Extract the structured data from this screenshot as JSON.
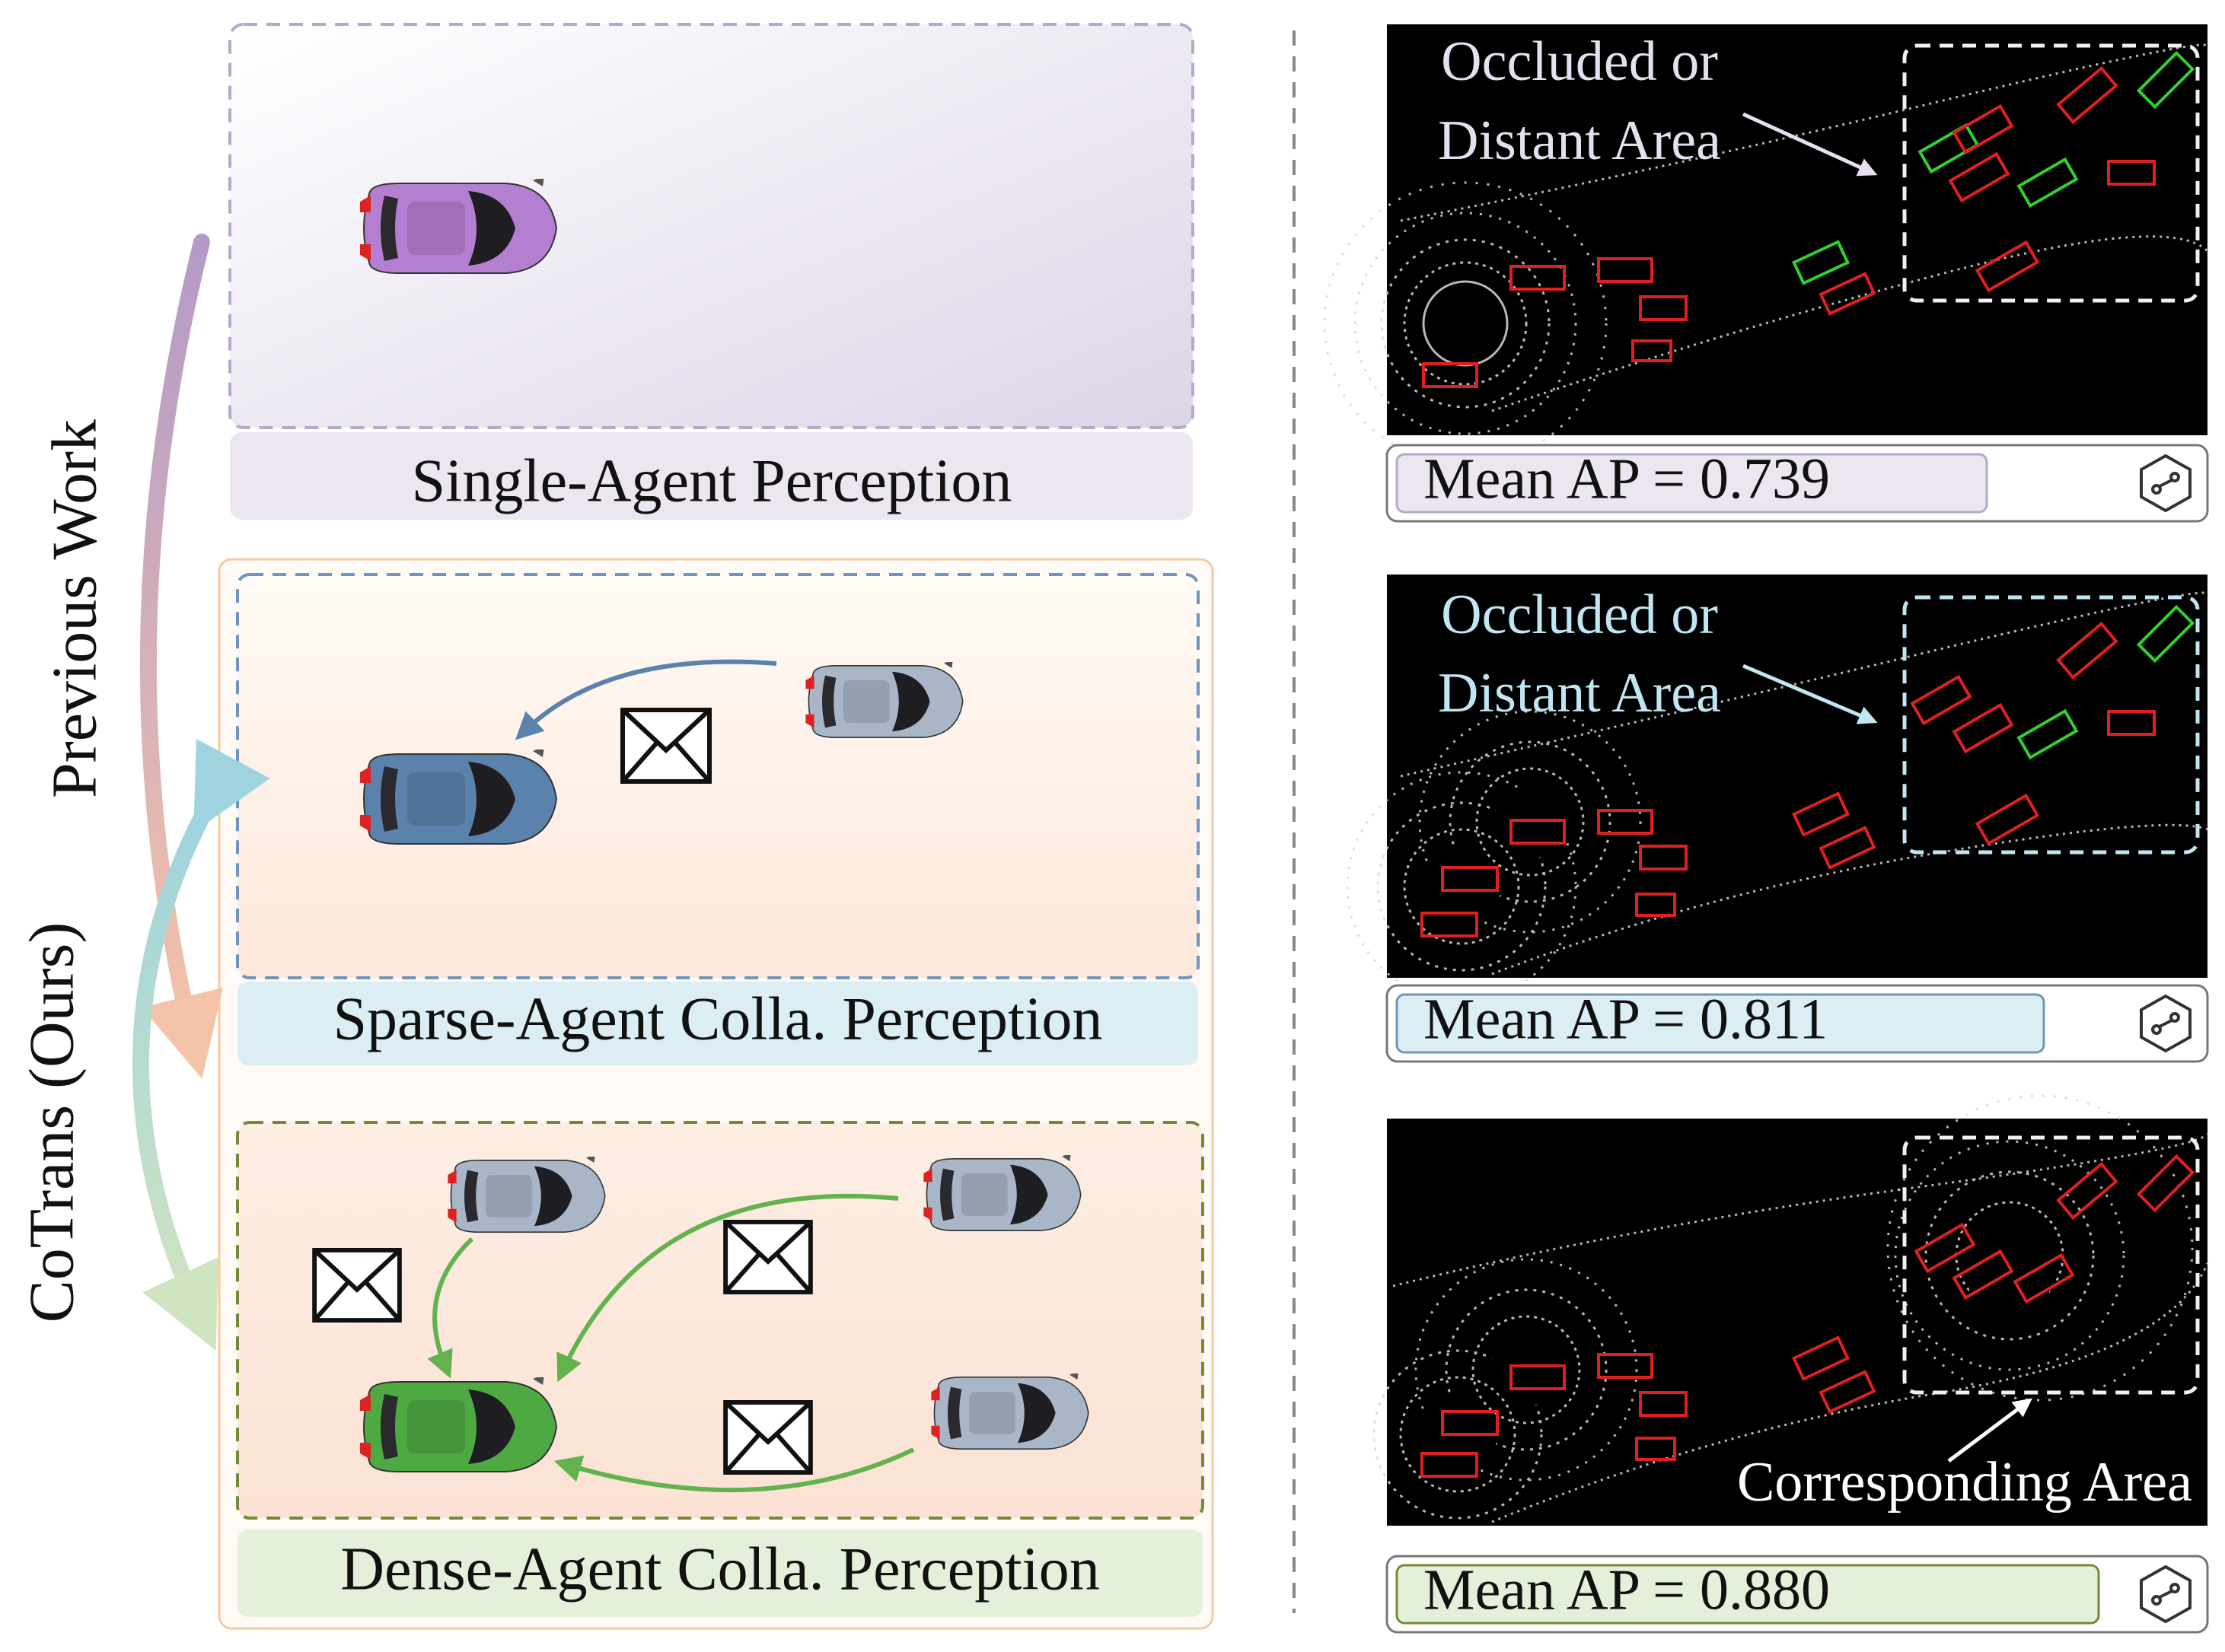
{
  "left": {
    "single": {
      "label": "Single-Agent  Perception"
    },
    "sparse": {
      "label": "Sparse-Agent Colla. Perception"
    },
    "dense": {
      "label": "Dense-Agent Colla. Perception"
    },
    "side_labels": {
      "previous": "Previous Work",
      "ours": "CoTrans (Ours)"
    }
  },
  "right": {
    "panel1": {
      "annotation_line1": "Occluded or",
      "annotation_line2": "Distant Area",
      "metric": "Mean AP = 0.739"
    },
    "panel2": {
      "annotation_line1": "Occluded or",
      "annotation_line2": "Distant Area",
      "metric": "Mean AP = 0.811"
    },
    "panel3": {
      "annotation": "Corresponding Area",
      "metric": "Mean AP = 0.880"
    }
  },
  "colors": {
    "single_car": "#b57fd1",
    "sparse_car": "#5a82ad",
    "dense_car": "#4ea943",
    "other_car": "#a9b6c8",
    "single_bar": "#ebe6f0",
    "sparse_bar": "#daeef3",
    "dense_bar": "#e4f0d9",
    "box_red": "#e02020",
    "box_green": "#2fd02f"
  }
}
